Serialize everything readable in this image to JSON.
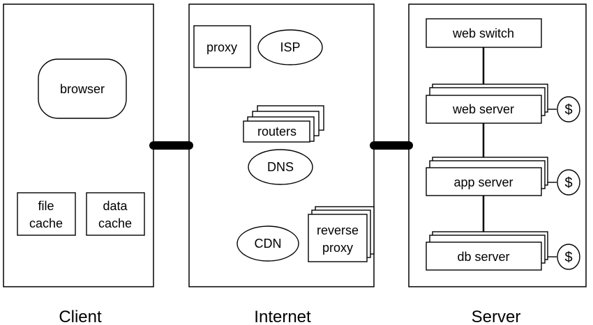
{
  "panels": {
    "client": "Client",
    "internet": "Internet",
    "server": "Server"
  },
  "client": {
    "browser": "browser",
    "file_cache": [
      "file",
      "cache"
    ],
    "data_cache": [
      "data",
      "cache"
    ]
  },
  "internet": {
    "proxy": "proxy",
    "isp": "ISP",
    "routers": "routers",
    "dns": "DNS",
    "cdn": "CDN",
    "reverse_proxy": [
      "reverse",
      "proxy"
    ]
  },
  "server": {
    "web_switch": "web switch",
    "web_server": "web server",
    "app_server": "app server",
    "db_server": "db server",
    "dollar": "$"
  }
}
